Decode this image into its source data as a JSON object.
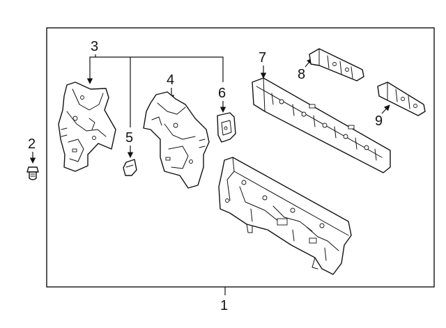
{
  "diagram": {
    "callouts": {
      "c1": "1",
      "c2": "2",
      "c3": "3",
      "c4": "4",
      "c5": "5",
      "c6": "6",
      "c7": "7",
      "c8": "8",
      "c9": "9"
    },
    "stroke_color": "#111111",
    "background_color": "#ffffff"
  }
}
